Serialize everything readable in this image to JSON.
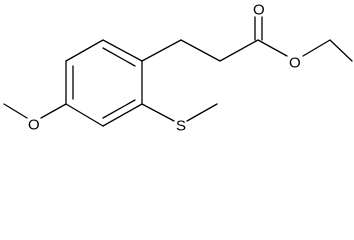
{
  "molecule": {
    "atoms": {
      "carbonyl_o": "O",
      "ester_o": "O",
      "methoxy_o": "O",
      "thio_s": "S"
    }
  },
  "colors": {
    "bond": "#000000",
    "label": "#000000",
    "background": "#ffffff"
  }
}
